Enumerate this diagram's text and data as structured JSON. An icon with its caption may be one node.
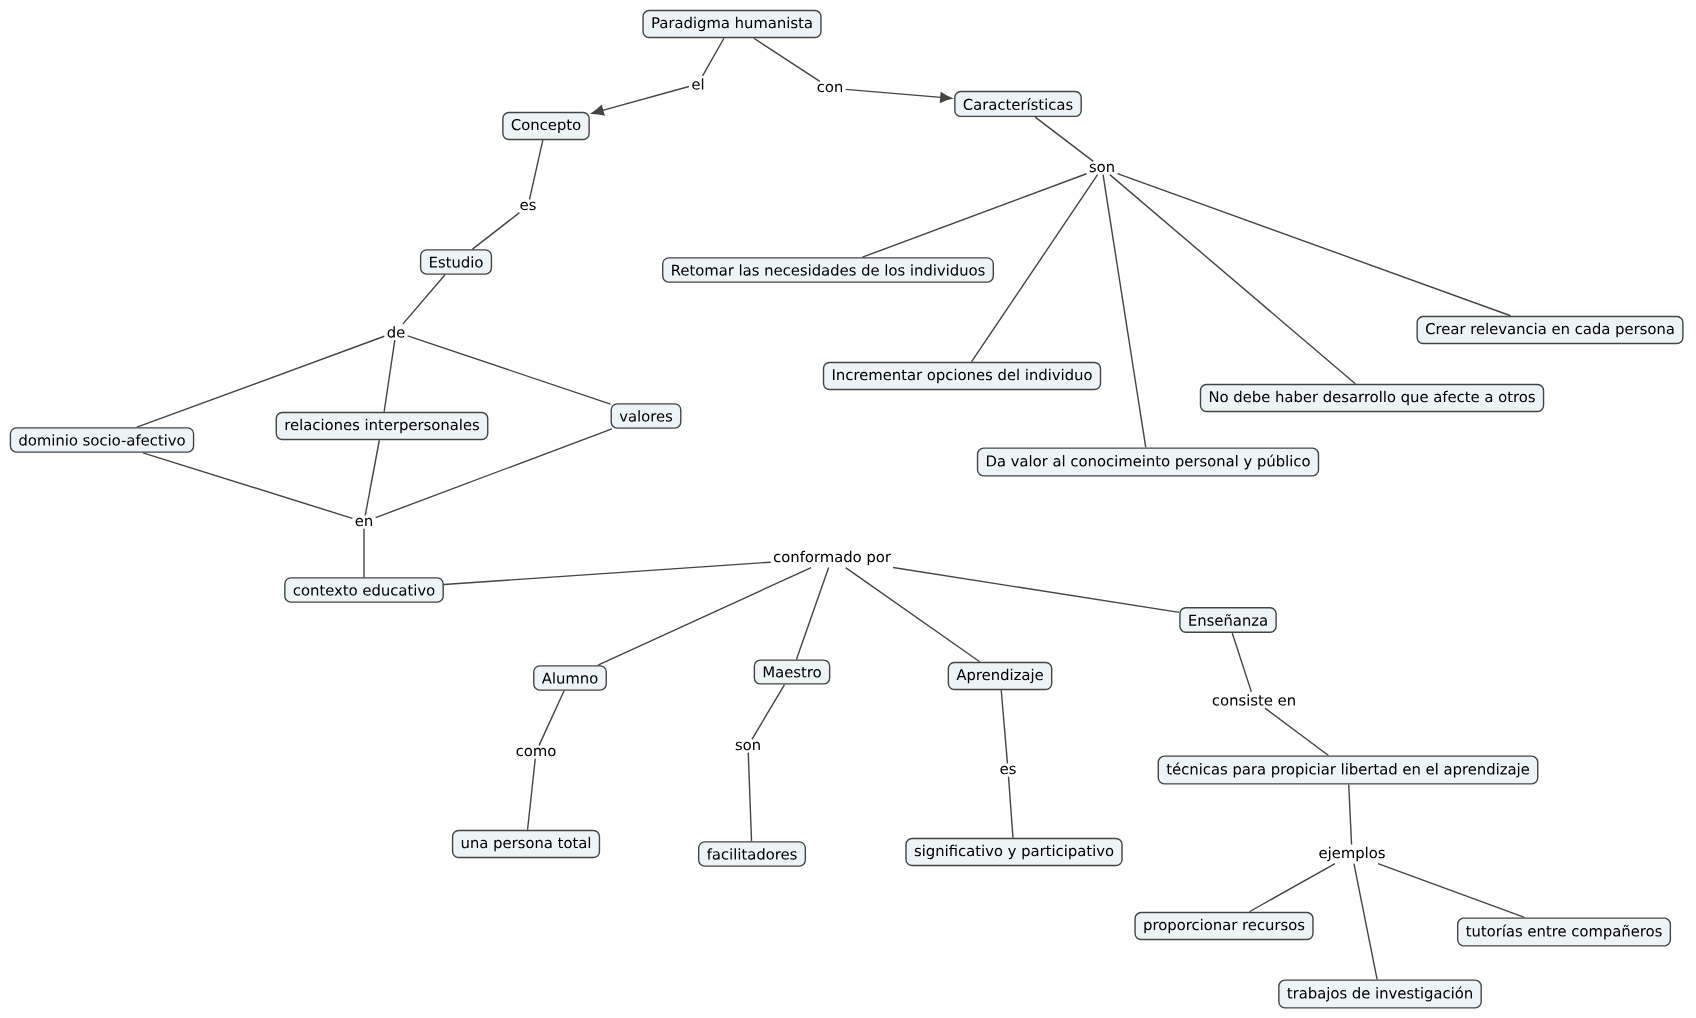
{
  "diagram": {
    "nodes": [
      {
        "text": [
          "Paradigma humanista"
        ]
      },
      {
        "text": [
          "el"
        ]
      },
      {
        "text": [
          "con"
        ]
      },
      {
        "text": [
          "Concepto"
        ]
      },
      {
        "text": [
          "Características"
        ]
      },
      {
        "text": [
          "es"
        ]
      },
      {
        "text": [
          "son"
        ]
      },
      {
        "text": [
          "Estudio"
        ]
      },
      {
        "text": [
          "Retomar las necesidades de los individuos"
        ]
      },
      {
        "text": [
          "de"
        ]
      },
      {
        "text": [
          "Crear relevancia en cada persona"
        ]
      },
      {
        "text": [
          "Incrementar opciones del individuo"
        ]
      },
      {
        "text": [
          "No debe haber desarrollo que afecte a otros"
        ]
      },
      {
        "text": [
          "valores"
        ]
      },
      {
        "text": [
          "dominio socio-afectivo"
        ]
      },
      {
        "text": [
          "relaciones interpersonales"
        ]
      },
      {
        "text": [
          "Da valor al conocimeinto personal y público"
        ]
      },
      {
        "text": [
          "en"
        ]
      },
      {
        "text": [
          "conformado por"
        ]
      },
      {
        "text": [
          "contexto educativo"
        ]
      },
      {
        "text": [
          "Enseñanza"
        ]
      },
      {
        "text": [
          "Alumno"
        ]
      },
      {
        "text": [
          "Maestro"
        ]
      },
      {
        "text": [
          "Aprendizaje"
        ]
      },
      {
        "text": [
          "consiste en"
        ]
      },
      {
        "text": [
          "como"
        ]
      },
      {
        "text": [
          "son"
        ]
      },
      {
        "text": [
          "es"
        ]
      },
      {
        "text": [
          "técnicas para propiciar libertad en el aprendizaje"
        ]
      },
      {
        "text": [
          "una persona total"
        ]
      },
      {
        "text": [
          "facilitadores"
        ]
      },
      {
        "text": [
          "significativo y participativo"
        ]
      },
      {
        "text": [
          "ejemplos"
        ]
      },
      {
        "text": [
          "proporcionar recursos"
        ]
      },
      {
        "text": [
          "tutorías entre compañeros"
        ]
      },
      {
        "text": [
          "trabajos de investigación"
        ]
      }
    ],
    "edges": [
      {
        "from": 0,
        "to": 1,
        "arrow": "none"
      },
      {
        "from": 1,
        "to": 3,
        "arrow": "to"
      },
      {
        "from": 0,
        "to": 2,
        "arrow": "none"
      },
      {
        "from": 2,
        "to": 4,
        "arrow": "to"
      },
      {
        "from": 3,
        "to": 5,
        "arrow": "none"
      },
      {
        "from": 5,
        "to": 7,
        "arrow": "none"
      },
      {
        "from": 4,
        "to": 6,
        "arrow": "none"
      },
      {
        "from": 6,
        "to": 8,
        "arrow": "none"
      },
      {
        "from": 6,
        "to": 10,
        "arrow": "none"
      },
      {
        "from": 6,
        "to": 11,
        "arrow": "none"
      },
      {
        "from": 6,
        "to": 12,
        "arrow": "none"
      },
      {
        "from": 6,
        "to": 16,
        "arrow": "none"
      },
      {
        "from": 7,
        "to": 9,
        "arrow": "none"
      },
      {
        "from": 9,
        "to": 14,
        "arrow": "none"
      },
      {
        "from": 9,
        "to": 15,
        "arrow": "none"
      },
      {
        "from": 9,
        "to": 13,
        "arrow": "none"
      },
      {
        "from": 14,
        "to": 17,
        "arrow": "none"
      },
      {
        "from": 15,
        "to": 17,
        "arrow": "none"
      },
      {
        "from": 13,
        "to": 17,
        "arrow": "none"
      },
      {
        "from": 17,
        "to": 19,
        "arrow": "none"
      },
      {
        "from": 19,
        "to": 18,
        "arrow": "none"
      },
      {
        "from": 18,
        "to": 21,
        "arrow": "none"
      },
      {
        "from": 18,
        "to": 22,
        "arrow": "none"
      },
      {
        "from": 18,
        "to": 23,
        "arrow": "none"
      },
      {
        "from": 18,
        "to": 20,
        "arrow": "none"
      },
      {
        "from": 21,
        "to": 25,
        "arrow": "none"
      },
      {
        "from": 25,
        "to": 29,
        "arrow": "none"
      },
      {
        "from": 22,
        "to": 26,
        "arrow": "none"
      },
      {
        "from": 26,
        "to": 30,
        "arrow": "none"
      },
      {
        "from": 23,
        "to": 27,
        "arrow": "none"
      },
      {
        "from": 27,
        "to": 31,
        "arrow": "none"
      },
      {
        "from": 20,
        "to": 24,
        "arrow": "none"
      },
      {
        "from": 24,
        "to": 28,
        "arrow": "none"
      },
      {
        "from": 28,
        "to": 32,
        "arrow": "none"
      },
      {
        "from": 32,
        "to": 33,
        "arrow": "none"
      },
      {
        "from": 32,
        "to": 35,
        "arrow": "none"
      },
      {
        "from": 32,
        "to": 34,
        "arrow": "none"
      }
    ]
  }
}
